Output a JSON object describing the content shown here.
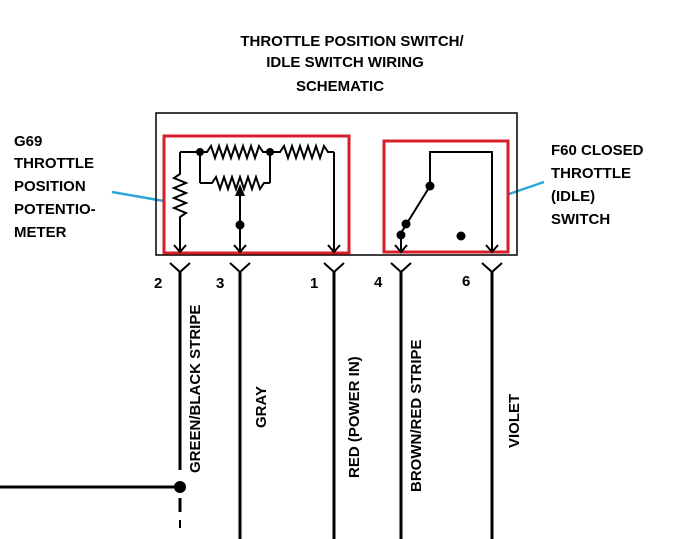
{
  "title": {
    "line1": "THROTTLE POSITION SWITCH/",
    "line2": "IDLE SWITCH WIRING",
    "line3": "SCHEMATIC"
  },
  "left_label": {
    "line1": "G69",
    "line2": "THROTTLE",
    "line3": "POSITION",
    "line4": "POTENTIO-",
    "line5": "METER"
  },
  "right_label": {
    "line1": "F60 CLOSED",
    "line2": "THROTTLE",
    "line3": "(IDLE)",
    "line4": "SWITCH"
  },
  "pins": {
    "p2": "2",
    "p3": "3",
    "p1": "1",
    "p4": "4",
    "p6": "6"
  },
  "wires": {
    "w2": "GREEN/BLACK STRIPE",
    "w3": "GRAY",
    "w1": "RED (POWER IN)",
    "w4": "BROWN/RED STRIPE",
    "w6": "VIOLET"
  },
  "colors": {
    "highlight_box": "#d61f2a",
    "callout_line": "#29a6d6"
  }
}
